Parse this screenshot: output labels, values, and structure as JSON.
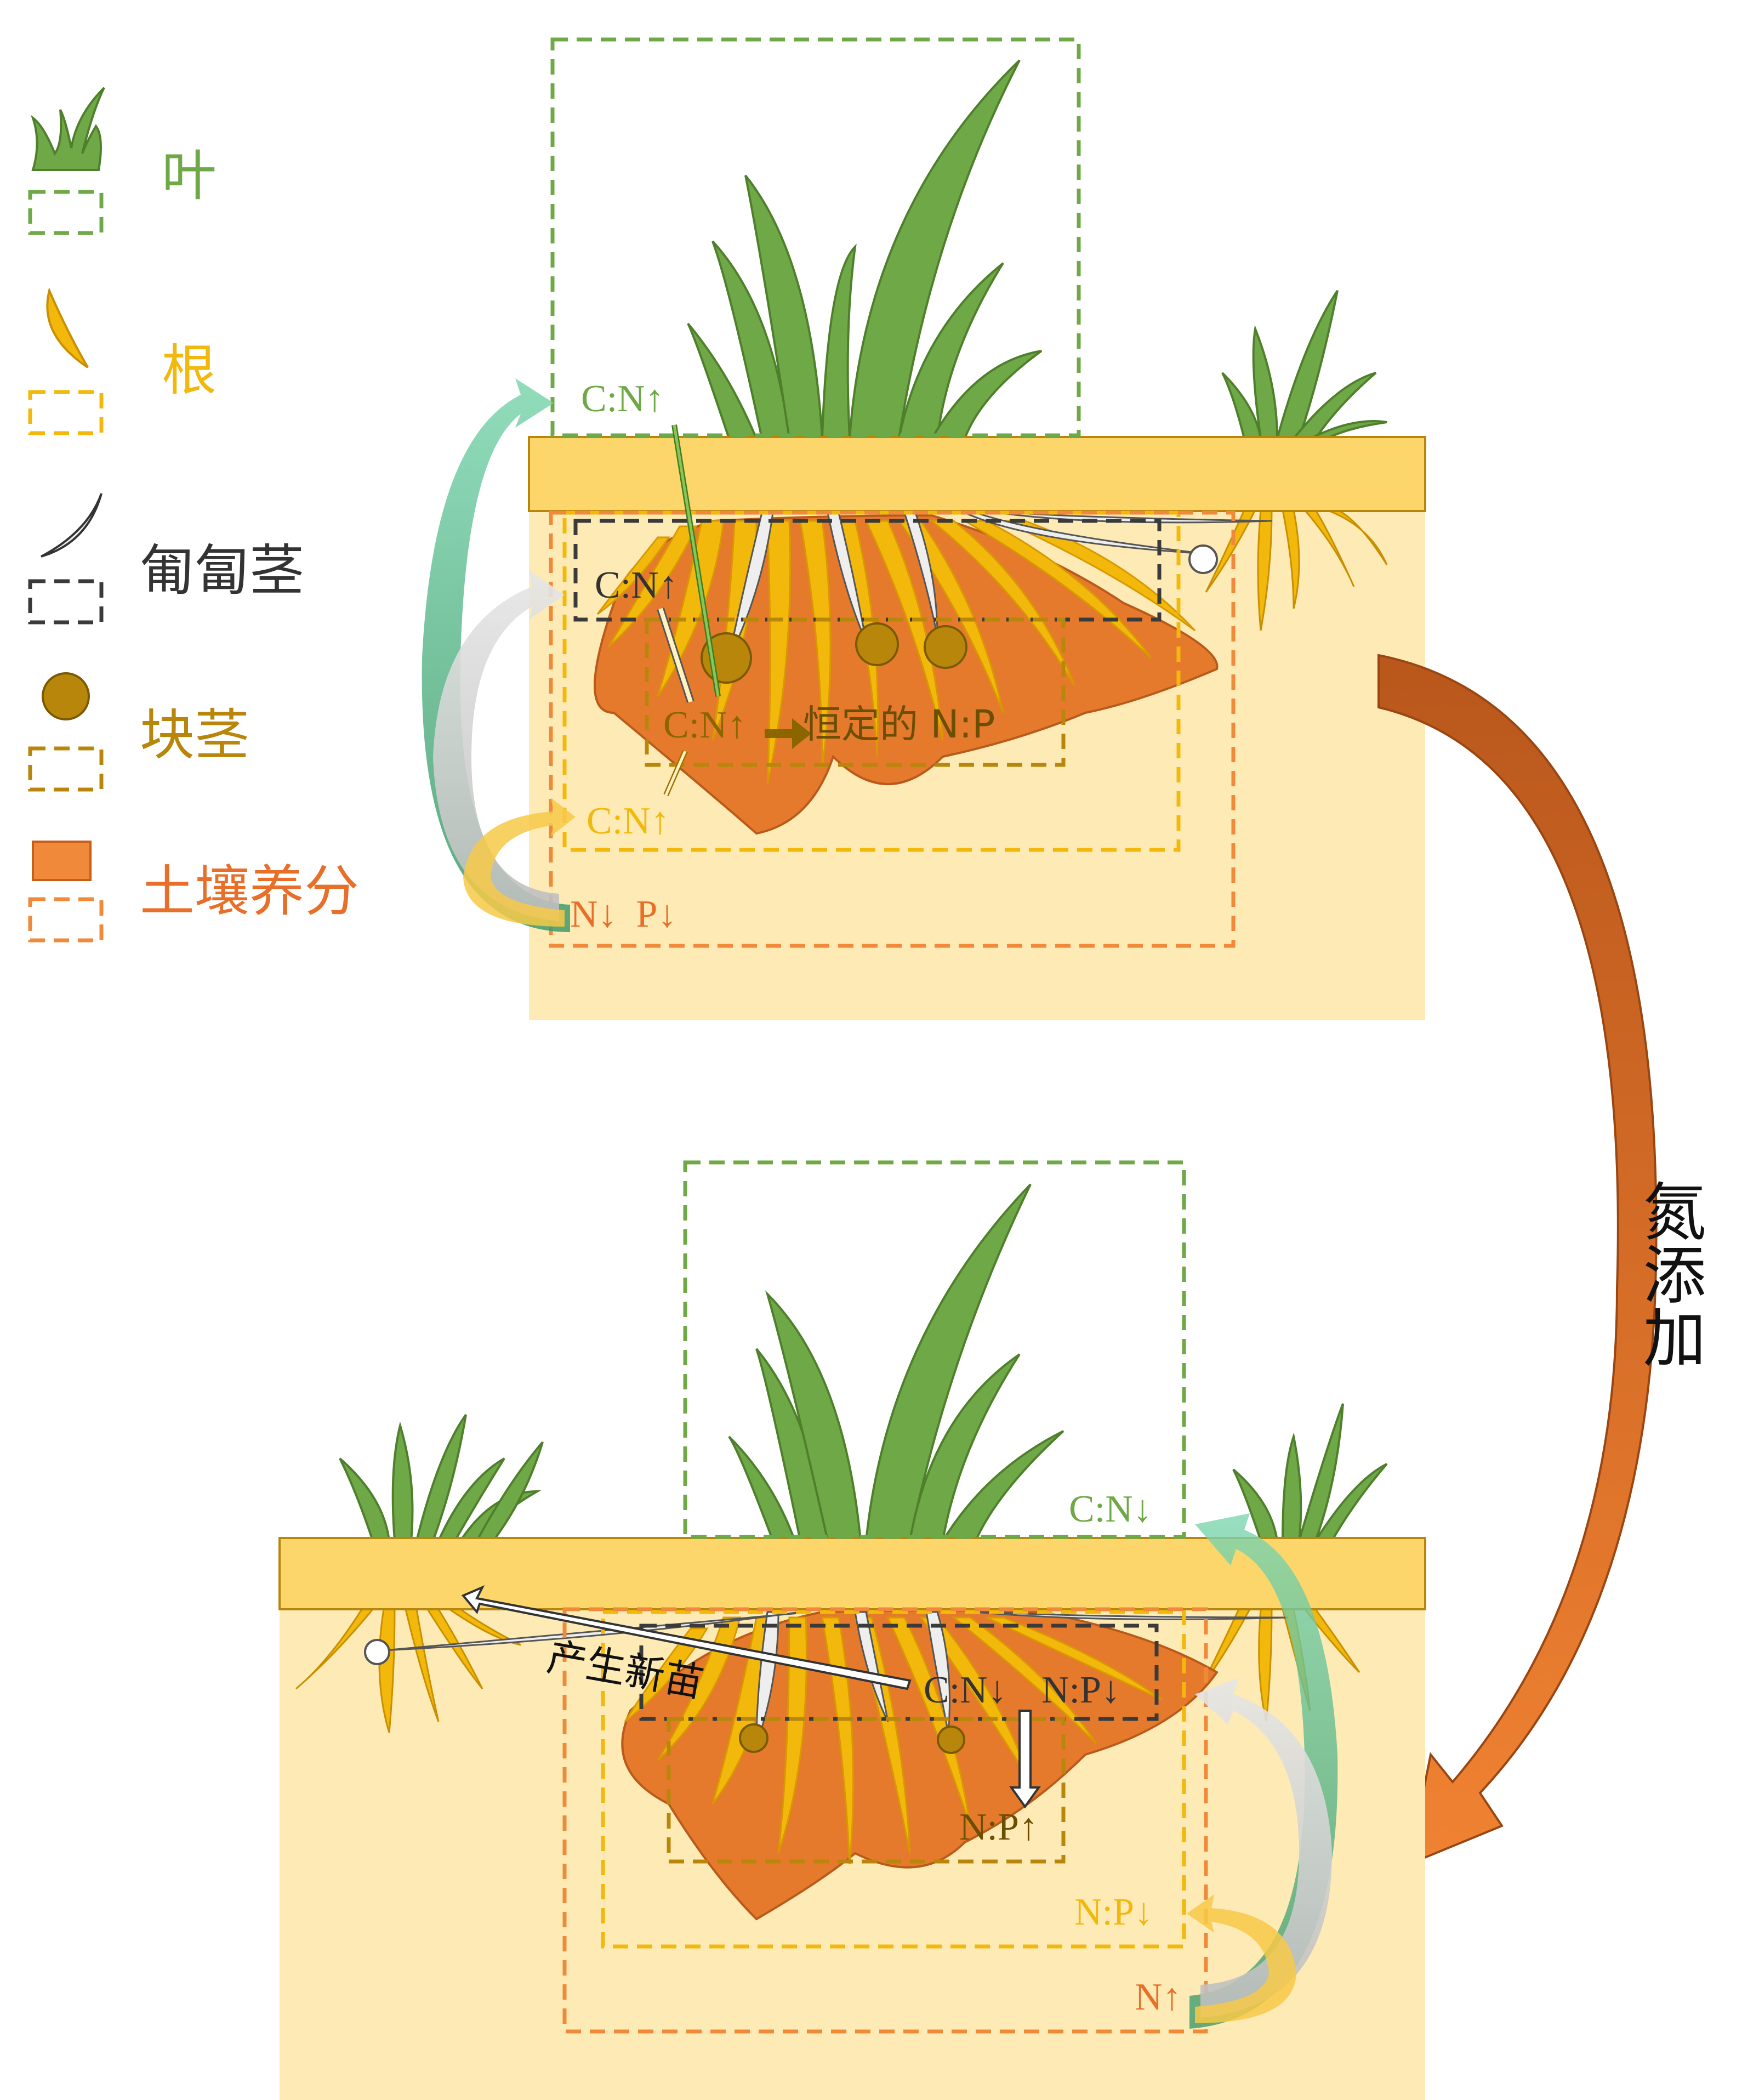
{
  "legend": {
    "leaf": "叶",
    "root": "根",
    "stolon": "匍匐茎",
    "tuber": "块茎",
    "soil": "土壤养分"
  },
  "top_panel": {
    "leaf_label": "C:N↑",
    "stolon_label": "C:N↑",
    "tuber_label": "C:N↑",
    "tuber_np": "恒定的 N:P",
    "root_label": "C:N↑",
    "soil_label": "N↓  P↓"
  },
  "bottom_panel": {
    "leaf_label": "C:N↓",
    "stolon_cn": "C:N↓",
    "stolon_np": "N:P↓",
    "new_shoot": "产生新苗",
    "tuber_label": "N:P↑",
    "root_label": "N:P↓",
    "soil_label": "N↑"
  },
  "treatment_label": "氮添加",
  "colors": {
    "leaf": "#6fa846",
    "root": "#f3b80c",
    "root_dark": "#e67a2c",
    "stolon_box": "#3a3a3a",
    "tuber": "#b8860b",
    "tuber_text": "#8a6500",
    "soil_fill": "#fdeab5",
    "soil_bar": "#fcd66a",
    "soil_text": "#e86f2a",
    "big_arrow": "#d0621e"
  }
}
